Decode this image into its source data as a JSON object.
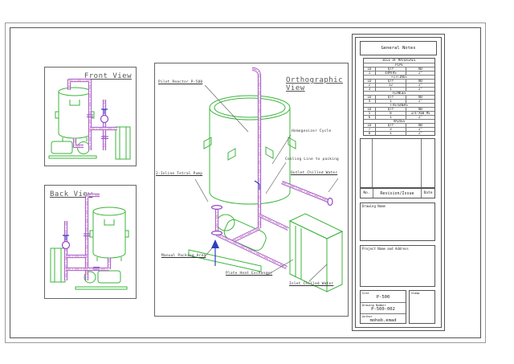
{
  "views": {
    "front": {
      "title": "Front View"
    },
    "back": {
      "title": "Back View"
    },
    "orthographic": {
      "title": "Orthographic View"
    }
  },
  "annotations": {
    "pilot_reactor": "Pilot Reactor P-500",
    "homogenizer_cycle": "Homogenizer Cycle",
    "cooling_line": "Cooling Line to packing",
    "outlet_chilled_water": "Outlet Chilled Water",
    "inline_pump": "2-Inline Tetral Pump",
    "manual_packing_area": "Manual Packing Area",
    "plate_heat_exchanger": "Plate Heat Exchanger",
    "inlet_chilled_water": "Inlet Chilled Water"
  },
  "title_block": {
    "general_notes": "General Notes",
    "bom": {
      "title": "BILL OF MATERIALS",
      "columns": [
        "ID",
        "QTY",
        "ND"
      ],
      "sections": [
        {
          "name": "PIPE",
          "rows": [
            [
              "1",
              "44MTRS",
              "2\""
            ]
          ]
        },
        {
          "name": "FITTINGS",
          "rows": [
            [
              "2",
              "12",
              "2\""
            ],
            [
              "3",
              "1",
              "2\""
            ]
          ]
        },
        {
          "name": "FLANGES",
          "rows": [
            [
              "4",
              "1",
              "2\""
            ]
          ]
        },
        {
          "name": "FASTENERS",
          "rows": [
            [
              "5",
              "8",
              "3/4\"X60 MS"
            ],
            [
              "6",
              "1",
              "2\""
            ]
          ]
        },
        {
          "name": "VALVES",
          "rows": [
            [
              "7",
              "3",
              "2\""
            ],
            [
              "8",
              "1",
              "2\""
            ]
          ]
        }
      ]
    },
    "revision_table": {
      "no_label": "No.",
      "revision_label": "Revision/Issue",
      "date_label": "Date"
    },
    "drawing_name_label": "Drawing Name",
    "project_label": "Project Name and Address",
    "info": {
      "site_label": "Site",
      "site_value": "P-500",
      "number_label": "Drawing Number",
      "number_value": "P-500-002",
      "author_label": "Author",
      "author_value": "moheb.emad",
      "stamp_label": "Stamp"
    }
  },
  "colors": {
    "equipment_green": "#3bb53b",
    "pipe_purple": "#9248c6",
    "centerline_pink": "#d8559b",
    "accent_blue": "#2e3ec4",
    "line_dark": "#555555"
  }
}
